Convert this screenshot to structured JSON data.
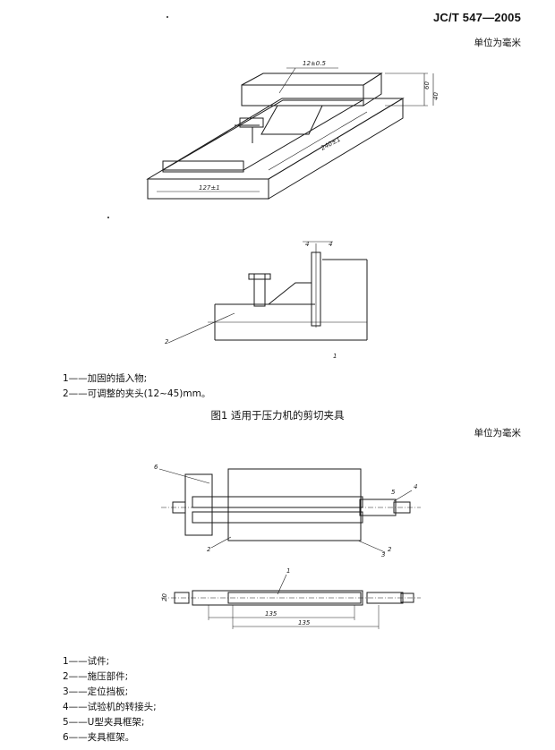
{
  "header": {
    "standard_code": "JC/T 547—2005",
    "unit_label_top": "单位为毫米",
    "unit_label_second": "单位为毫米"
  },
  "figure1": {
    "caption": "图1   适用于压力机的剪切夹具",
    "dims": {
      "top_width": "12±0.5",
      "height_a": "60",
      "height_b": "40",
      "length": "240±1",
      "base_width": "127±1"
    },
    "callouts": [
      "4",
      "4",
      "2",
      "1"
    ],
    "legend": [
      "1——加固的插入物;",
      "2——可调整的夹头(12~45)mm。"
    ]
  },
  "figure2": {
    "callouts": [
      "6",
      "4",
      "5",
      "2",
      "3",
      "2",
      "1"
    ],
    "dims": {
      "d1": "135",
      "d2": "135",
      "left_small": "20"
    },
    "legend": [
      "1——试件;",
      "2——施压部件;",
      "3——定位挡板;",
      "4——试验机的转接头;",
      "5——U型夹具框架;",
      "6——夹具框架。"
    ]
  }
}
